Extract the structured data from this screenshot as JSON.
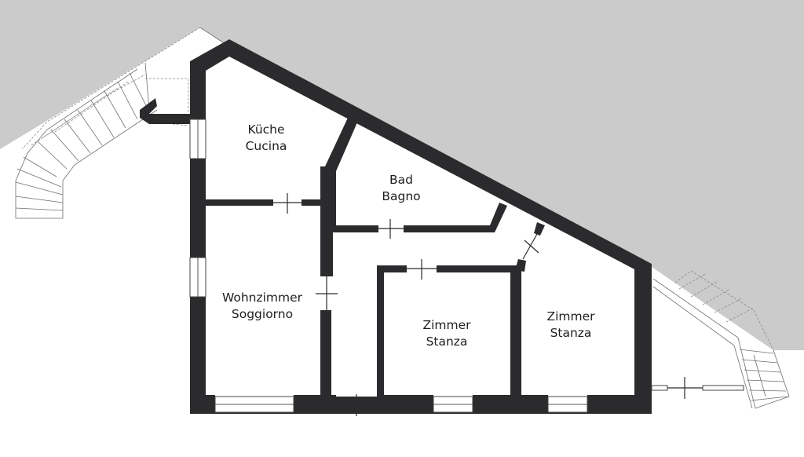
{
  "colors": {
    "background_outside": "#cbcbcb",
    "background_inside": "#ffffff",
    "wall": "#2b2b2d",
    "text": "#1e1e1e"
  },
  "rooms": [
    {
      "id": "kitchen",
      "line1": "Küche",
      "line2": "Cucina"
    },
    {
      "id": "bath",
      "line1": "Bad",
      "line2": "Bagno"
    },
    {
      "id": "living",
      "line1": "Wohnzimmer",
      "line2": "Soggiorno"
    },
    {
      "id": "room-middle",
      "line1": "Zimmer",
      "line2": "Stanza"
    },
    {
      "id": "room-right",
      "line1": "Zimmer",
      "line2": "Stanza"
    }
  ]
}
